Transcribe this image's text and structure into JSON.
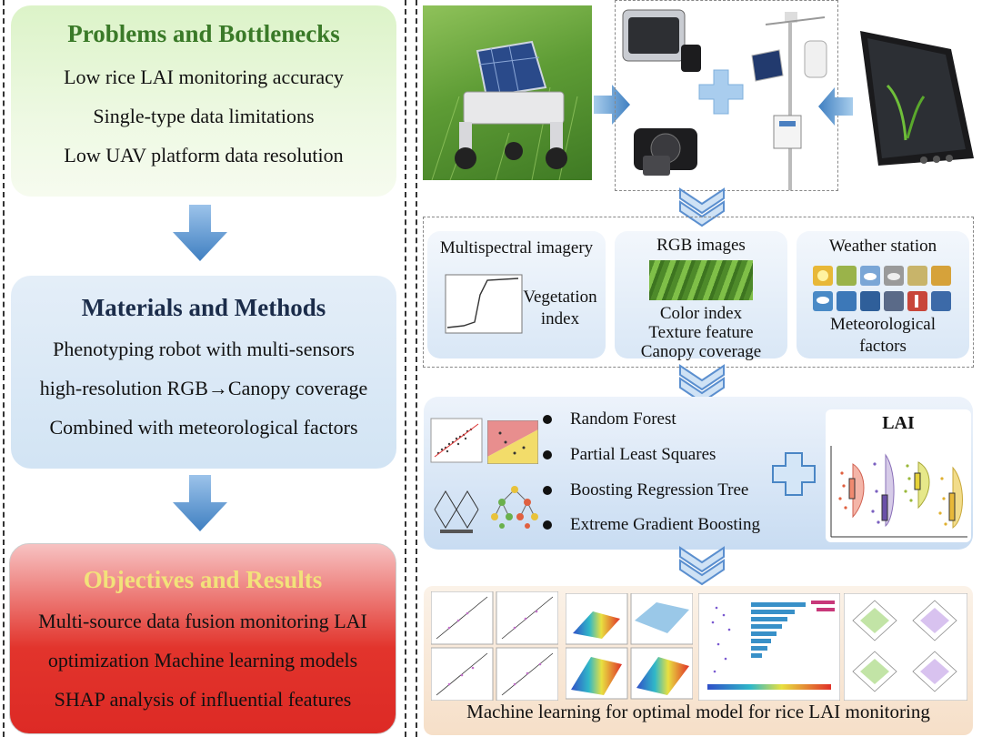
{
  "problems": {
    "title": "Problems and Bottlenecks",
    "lines": [
      "Low rice LAI monitoring accuracy",
      "Single-type data limitations",
      "Low UAV platform data resolution"
    ]
  },
  "methods": {
    "title": "Materials and Methods",
    "lines": [
      "Phenotyping robot with multi-sensors",
      "high-resolution RGB→Canopy coverage",
      "Combined with meteorological factors"
    ]
  },
  "objectives": {
    "title": "Objectives and Results",
    "lines": [
      "Multi-source data fusion monitoring LAI",
      "optimization Machine learning models",
      "SHAP analysis of influential features"
    ]
  },
  "data_sources": {
    "multispectral": {
      "title": "Multispectral imagery",
      "label_line1": "Vegetation",
      "label_line2": "index"
    },
    "rgb": {
      "title": "RGB images",
      "features": [
        "Color index",
        "Texture feature",
        "Canopy coverage"
      ]
    },
    "weather": {
      "title": "Weather station",
      "label_line1": "Meteorological",
      "label_line2": "factors"
    }
  },
  "models": {
    "items": [
      "Random Forest",
      "Partial Least Squares",
      "Boosting Regression Tree",
      "Extreme Gradient Boosting"
    ],
    "target_label": "LAI"
  },
  "footer_caption": "Machine learning for optimal model for rice LAI monitoring",
  "colors": {
    "green_title": "#3a7a28",
    "navy_title": "#1b2c4a",
    "yellow_title": "#f2e27a",
    "arrow_blue": "#4a86c5"
  }
}
